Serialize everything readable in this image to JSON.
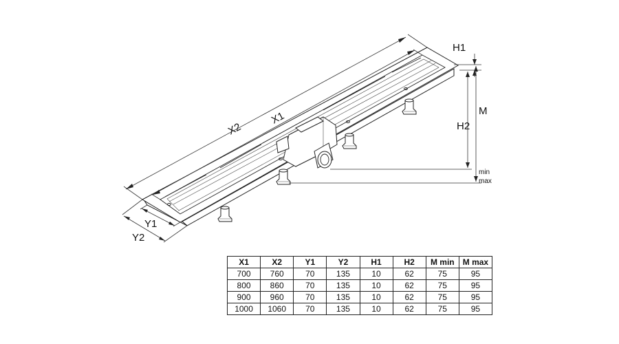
{
  "labels": {
    "x1": "X1",
    "x2": "X2",
    "y1": "Y1",
    "y2": "Y2",
    "h1": "H1",
    "h2": "H2",
    "m": "M",
    "min": "min",
    "max": "max"
  },
  "table": {
    "headers": [
      "X1",
      "X2",
      "Y1",
      "Y2",
      "H1",
      "H2",
      "M min",
      "M max"
    ],
    "rows": [
      [
        "700",
        "760",
        "70",
        "135",
        "10",
        "62",
        "75",
        "95"
      ],
      [
        "800",
        "860",
        "70",
        "135",
        "10",
        "62",
        "75",
        "95"
      ],
      [
        "900",
        "960",
        "70",
        "135",
        "10",
        "62",
        "75",
        "95"
      ],
      [
        "1000",
        "1060",
        "70",
        "135",
        "10",
        "62",
        "75",
        "95"
      ]
    ]
  }
}
